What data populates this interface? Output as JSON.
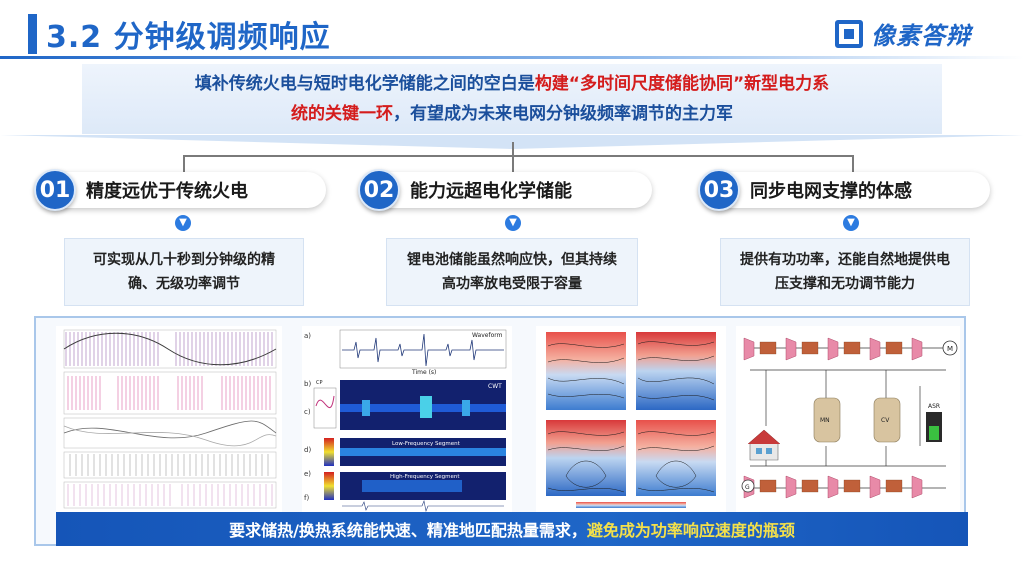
{
  "header": {
    "title": "3.2 分钟级调频响应",
    "logo_text": "像素答辩",
    "accent_color": "#1f66c7"
  },
  "intro": {
    "part1": "填补传统火电与短时电化学储能之间的空白是",
    "highlight": "构建“多时间尺度储能协同”新型电力系",
    "part2": "统的关键一环",
    "part3": "，有望成为未来电网分钟级频率调节的主力军"
  },
  "cards": [
    {
      "number": "01",
      "title": "精度远优于传统火电",
      "desc": "可实现从几十秒到分钟级的精确、无级功率调节"
    },
    {
      "number": "02",
      "title": "能力远超电化学储能",
      "desc": "锂电池储能虽然响应快，但其持续高功率放电受限于容量"
    },
    {
      "number": "03",
      "title": "同步电网支撑的体感",
      "desc": "提供有功功率，还能自然地提供电压支撑和无功调节能力"
    }
  ],
  "figures": {
    "fig2": {
      "panel_a_label": "a)",
      "panel_b_label": "b)",
      "panel_c_label": "c)",
      "panel_d_label": "d)",
      "panel_e_label": "e)",
      "panel_f_label": "f)",
      "waveform_title": "Waveform",
      "cwt_label": "CWT",
      "low_freq_title": "Low-Frequency Segment",
      "high_freq_title": "High-Frequency Segment",
      "cp_label": "CP",
      "time_label": "Time (s)"
    },
    "fig4": {
      "mn_label": "MN",
      "cv_label": "CV",
      "asr_label": "ASR",
      "m_label": "M",
      "g_label": "G"
    }
  },
  "bottom": {
    "part1": "要求储热/换热系统能快速、精准地匹配热量需求，",
    "highlight": "避免成为功率响应速度的瓶颈"
  }
}
